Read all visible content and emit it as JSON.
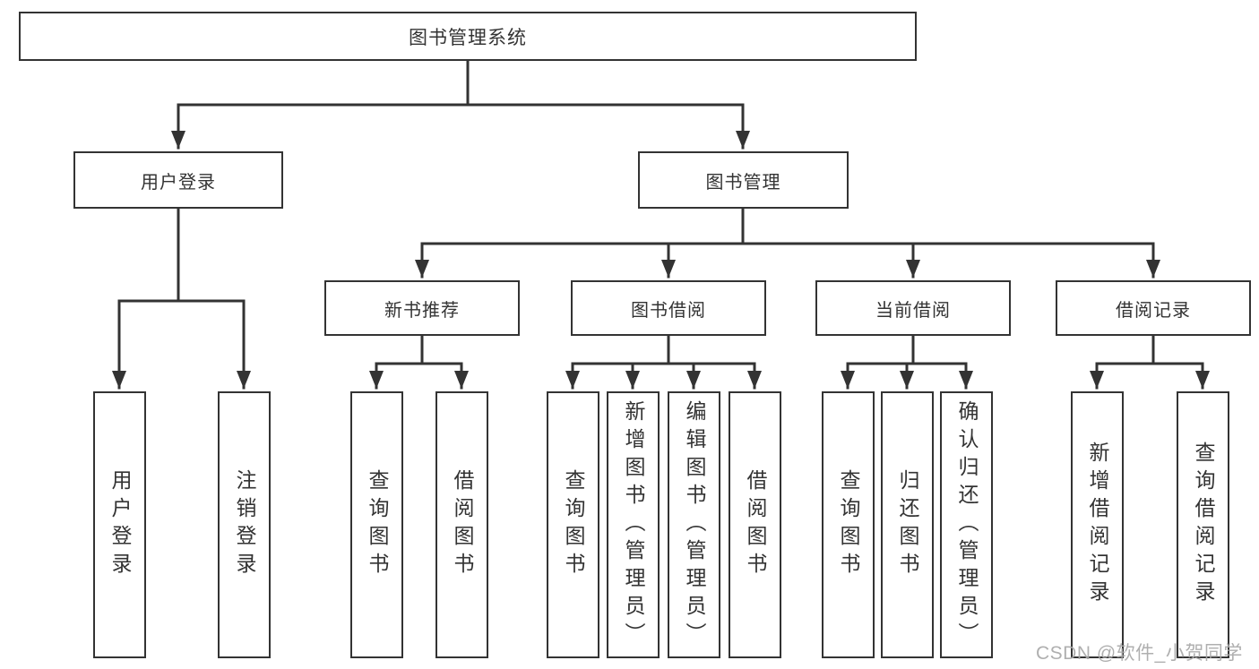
{
  "diagram": {
    "root": "图书管理系统",
    "level2": {
      "user_login": "用户登录",
      "book_mgmt": "图书管理"
    },
    "level3": {
      "new_book": "新书推荐",
      "borrow": "图书借阅",
      "current": "当前借阅",
      "records": "借阅记录"
    },
    "leaves": {
      "login": "用户登录",
      "logout": "注销登录",
      "nb_query": "查询图书",
      "nb_borrow": "借阅图书",
      "bw_query": "查询图书",
      "bw_add": "新增图书（管理员）",
      "bw_edit": "编辑图书（管理员）",
      "bw_borrow": "借阅图书",
      "cu_query": "查询图书",
      "cu_return": "归还图书",
      "cu_confirm": "确认归还（管理员）",
      "re_add": "新增借阅记录",
      "re_query": "查询借阅记录"
    },
    "watermark": "CSDN @软件_小贺同学",
    "colors": {
      "line": "#333333",
      "box_border": "#333333",
      "text": "#333333",
      "watermark": "#a8a8a8",
      "background": "#ffffff"
    }
  }
}
